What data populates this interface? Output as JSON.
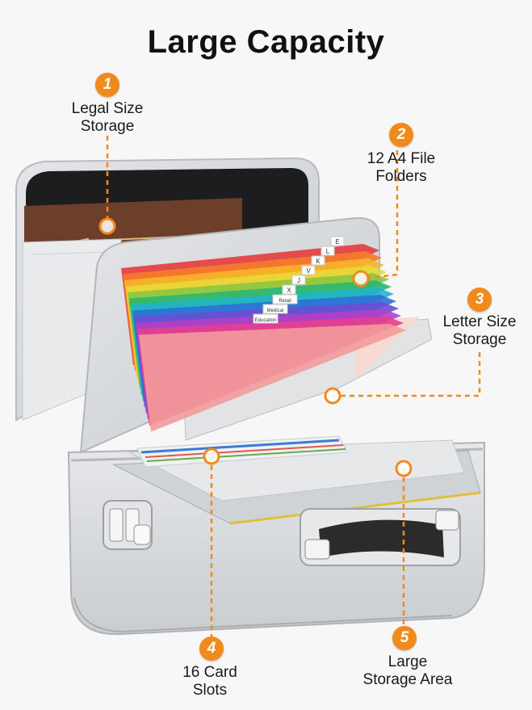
{
  "title": "Large Capacity",
  "accent_color": "#f08a1c",
  "case_color": "#d7dadc",
  "callouts": [
    {
      "number": "1",
      "lines": [
        "Legal Size",
        "Storage"
      ]
    },
    {
      "number": "2",
      "lines": [
        "12 A4 File",
        "Folders"
      ]
    },
    {
      "number": "3",
      "lines": [
        "Letter Size",
        "Storage"
      ]
    },
    {
      "number": "4",
      "lines": [
        "16 Card",
        "Slots"
      ]
    },
    {
      "number": "5",
      "lines": [
        "Large",
        "Storage Area"
      ]
    }
  ],
  "folder_tabs": [
    "E",
    "L",
    "K",
    "V",
    "J",
    "X",
    "Retail",
    "Medical",
    "Education"
  ],
  "folder_colors": [
    "#e63b3b",
    "#f57c2c",
    "#f7b52a",
    "#e8d93a",
    "#8cc63f",
    "#2bb673",
    "#1fb5c9",
    "#2f6fd6",
    "#6a4fd1",
    "#b43fc8",
    "#e3408f",
    "#f39a9a"
  ]
}
